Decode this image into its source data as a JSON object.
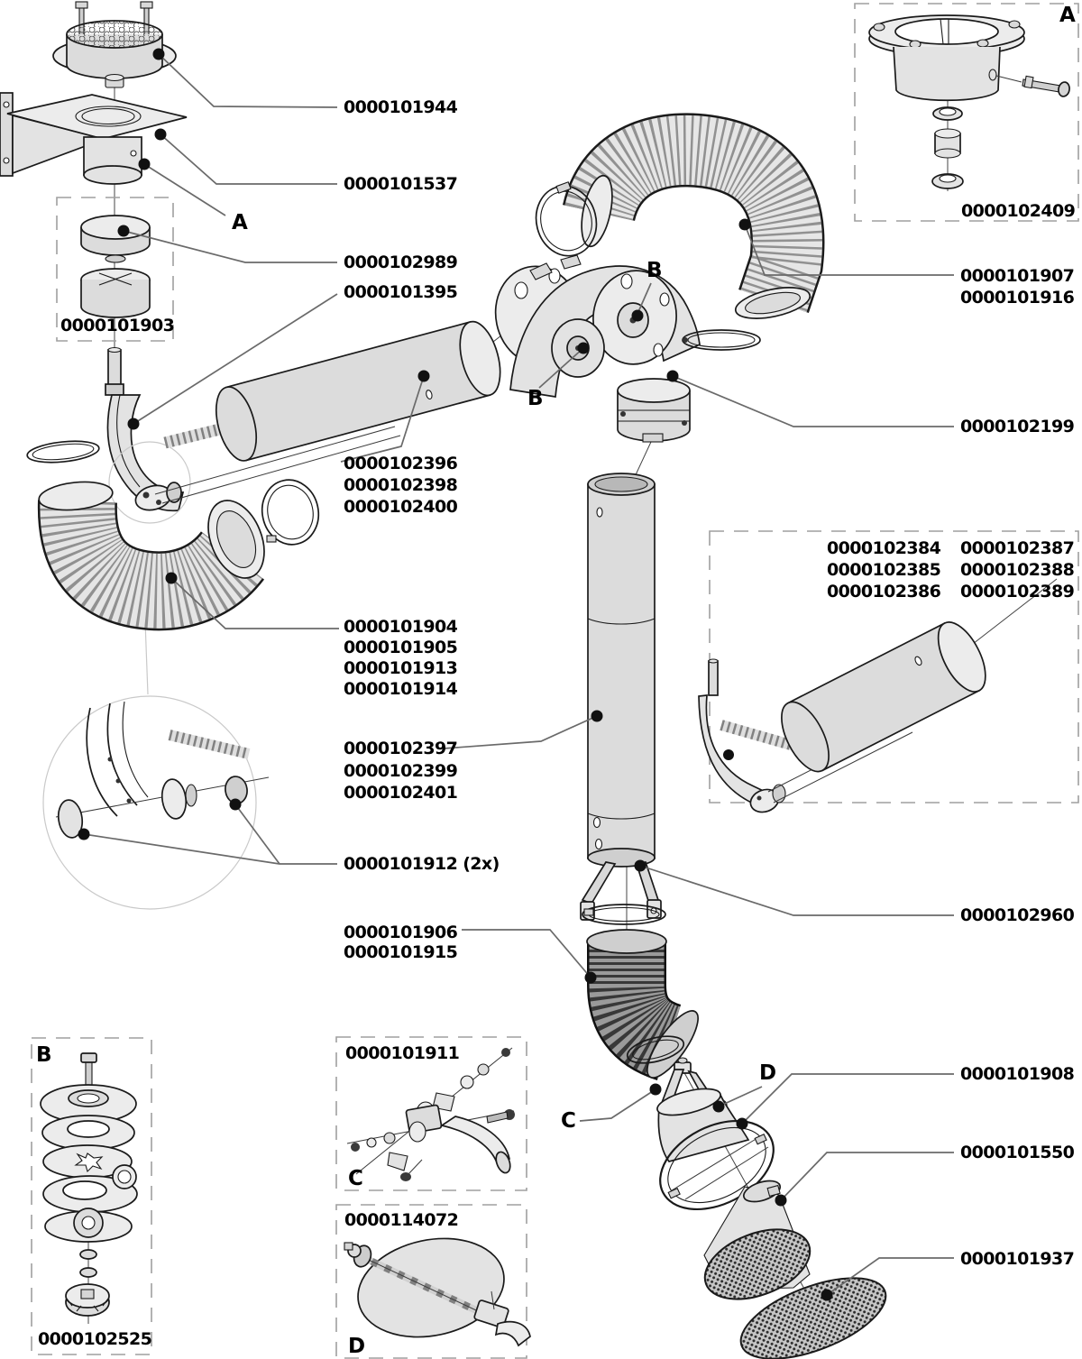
{
  "document": {
    "type": "exploded-parts-diagram",
    "background": "#ffffff"
  },
  "colors": {
    "outline": "#1a1a1a",
    "part_fill_light": "#ececec",
    "part_fill": "#e3e3e3",
    "part_fill_dark": "#cfcfcf",
    "leader_line": "#6a6a6a",
    "dashed_box": "#9f9f9f",
    "callout_dot": "#111111",
    "text": "#000000"
  },
  "callout_letters": {
    "a": "A",
    "b": "B",
    "c": "C",
    "d": "D"
  },
  "part_labels": {
    "p101944": "0000101944",
    "p101537": "0000101537",
    "p102989": "0000102989",
    "p101395": "0000101395",
    "p101903": "0000101903",
    "p102409": "0000102409",
    "p101907": "0000101907",
    "p101916": "0000101916",
    "p102199": "0000102199",
    "p102396": "0000102396",
    "p102398": "0000102398",
    "p102400": "0000102400",
    "p102384": "0000102384",
    "p102385": "0000102385",
    "p102386": "0000102386",
    "p102387": "0000102387",
    "p102388": "0000102388",
    "p102389": "0000102389",
    "p101904": "0000101904",
    "p101905": "0000101905",
    "p101913": "0000101913",
    "p101914": "0000101914",
    "p102397": "0000102397",
    "p102399": "0000102399",
    "p102401": "0000102401",
    "p101912": "0000101912 (2x)",
    "p102960": "0000102960",
    "p101906": "0000101906",
    "p101915": "0000101915",
    "p102525": "0000102525",
    "p101911": "0000101911",
    "p114072": "0000114072",
    "p101908": "0000101908",
    "p101550": "0000101550",
    "p101937": "0000101937"
  }
}
